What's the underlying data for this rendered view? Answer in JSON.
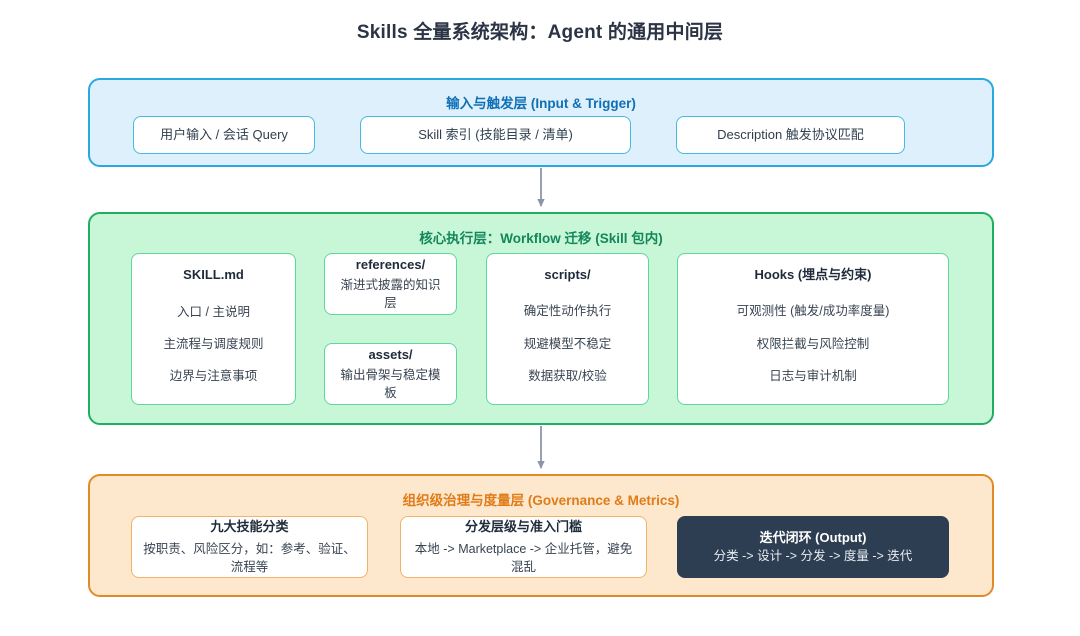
{
  "title": "Skills 全量系统架构：Agent 的通用中间层",
  "colors": {
    "blue_border": "#29a9dd",
    "blue_fill": "#ddf0fb",
    "blue_title": "#0f6fb5",
    "green_border": "#1fae63",
    "green_fill": "#c8f7d8",
    "green_title": "#13875b",
    "orange_border": "#e08b26",
    "orange_fill": "#fde8ce",
    "orange_title": "#e07b18",
    "output_fill": "#2d3e52",
    "arrow": "#8a97ab",
    "text": "#2d3748"
  },
  "layers": [
    {
      "key": "input",
      "title": "输入与触发层 (Input & Trigger)",
      "nodes": [
        {
          "key": "query",
          "title": "用户输入 / 会话 Query",
          "lines": []
        },
        {
          "key": "index",
          "title": "Skill 索引 (技能目录 / 清单)",
          "lines": []
        },
        {
          "key": "description",
          "title": "Description 触发协议匹配",
          "lines": []
        }
      ]
    },
    {
      "key": "core",
      "title": "核心执行层：Workflow 迁移 (Skill 包内)",
      "nodes": [
        {
          "key": "skillmd",
          "title": "SKILL.md",
          "lines": [
            "入口 / 主说明",
            "主流程与调度规则",
            "边界与注意事项"
          ]
        },
        {
          "key": "references",
          "title": "references/",
          "lines": [
            "渐进式披露的知识层"
          ]
        },
        {
          "key": "assets",
          "title": "assets/",
          "lines": [
            "输出骨架与稳定模板"
          ]
        },
        {
          "key": "scripts",
          "title": "scripts/",
          "lines": [
            "确定性动作执行",
            "规避模型不稳定",
            "数据获取/校验"
          ]
        },
        {
          "key": "hooks",
          "title": "Hooks (埋点与约束)",
          "lines": [
            "可观测性 (触发/成功率度量)",
            "权限拦截与风险控制",
            "日志与审计机制"
          ]
        }
      ]
    },
    {
      "key": "governance",
      "title": "组织级治理与度量层 (Governance & Metrics)",
      "nodes": [
        {
          "key": "categories",
          "title": "九大技能分类",
          "lines": [
            "按职责、风险区分，如：参考、验证、流程等"
          ]
        },
        {
          "key": "distribution",
          "title": "分发层级与准入门槛",
          "lines": [
            "本地 -> Marketplace -> 企业托管，避免混乱"
          ]
        },
        {
          "key": "output",
          "title": "迭代闭环 (Output)",
          "lines": [
            "分类 -> 设计 -> 分发 -> 度量 -> 迭代"
          ]
        }
      ]
    }
  ]
}
